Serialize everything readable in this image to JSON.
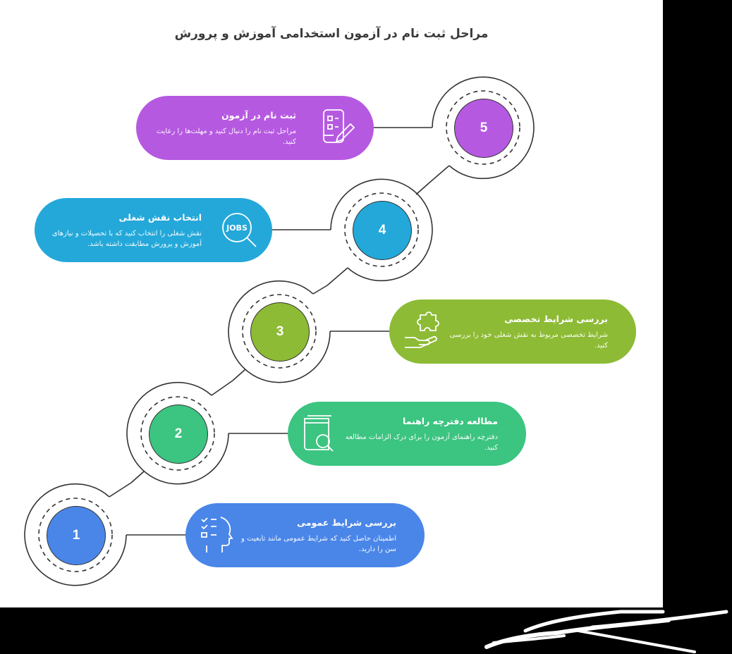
{
  "title": "مراحل ثبت نام در آزمون استخدامی آموزش و پرورش",
  "colors": {
    "step1": "#4a86e8",
    "step2": "#3cc481",
    "step3": "#8dbb35",
    "step4": "#23a8d9",
    "step5": "#b659e1",
    "line": "#333333"
  },
  "steps": [
    {
      "number": "1",
      "heading": "بررسی شرایط عمومی",
      "description": "اطمینان حاصل کنید که شرایط عمومی مانند تابعیت و سن را دارید.",
      "icon": "checklist-head-icon"
    },
    {
      "number": "2",
      "heading": "مطالعه دفترچه راهنما",
      "description": "دفترچه راهنمای آزمون را برای درک الزامات مطالعه کنید.",
      "icon": "book-search-icon"
    },
    {
      "number": "3",
      "heading": "بررسی شرایط تخصصی",
      "description": "شرایط تخصصی مربوط به نقش شغلی خود را بررسی کنید.",
      "icon": "puzzle-hand-icon"
    },
    {
      "number": "4",
      "heading": "انتخاب نقش شغلی",
      "description": "نقش شغلی را انتخاب کنید که با تحصیلات و نیازهای آموزش و پرورش مطابقت داشته باشد.",
      "icon": "jobs-search-icon",
      "icon_text": "JOBS"
    },
    {
      "number": "5",
      "heading": "ثبت نام در آزمون",
      "description": "مراحل ثبت نام را دنبال کنید و مهلت‌ها را رعایت کنید.",
      "icon": "form-pencil-icon"
    }
  ]
}
